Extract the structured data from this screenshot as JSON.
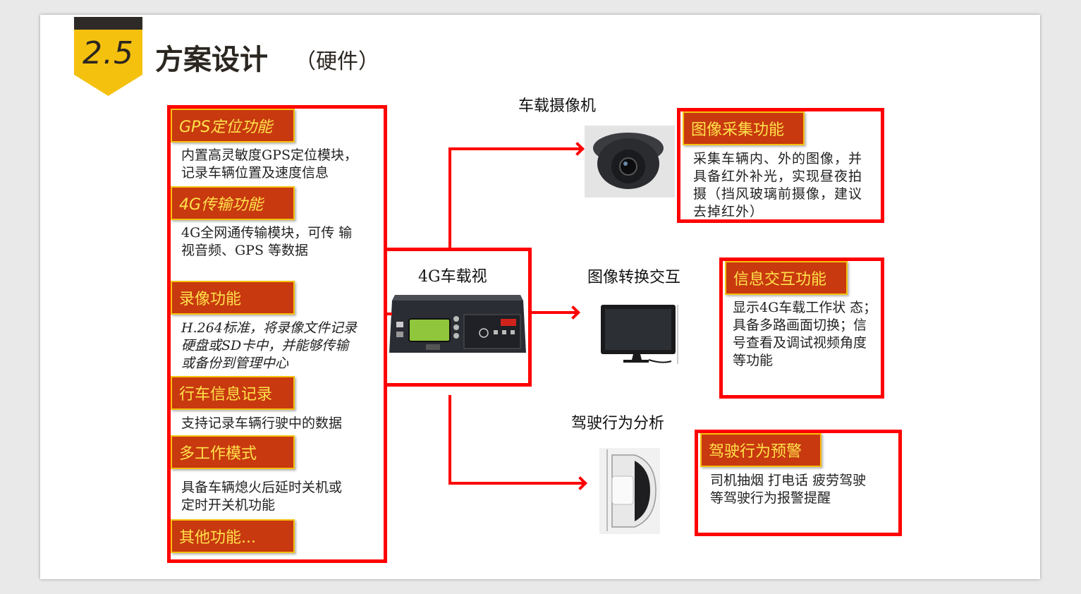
{
  "header": {
    "number": "2.5",
    "title": "方案设计",
    "subtitle": "（硬件）"
  },
  "left_features": [
    {
      "tag": "GPS定位功能",
      "desc": "内置高灵敏度GPS定位模块，\n记录车辆位置及速度信息"
    },
    {
      "tag": "4G传输功能",
      "desc": "4G全网通传输模块，可传 输\n视音频、GPS 等数据"
    },
    {
      "tag": "录像功能",
      "desc": "H.264标准，将录像文件记录\n硬盘或SD卡中，并能够传输\n或备份到管理中心"
    },
    {
      "tag": "行车信息记录",
      "desc": "支持记录车辆行驶中的数据"
    },
    {
      "tag": "多工作模式",
      "desc": "具备车辆熄火后延时关机或\n定时开关机功能"
    },
    {
      "tag": "其他功能...",
      "desc": ""
    }
  ],
  "center": {
    "label": "4G车载视"
  },
  "devices": [
    {
      "label": "车载摄像机",
      "tag": "图像采集功能",
      "desc": "采集车辆内、外的图像，并\n具备红外补光，实现昼夜拍\n摄（挡风玻璃前摄像，建议\n去掉红外）"
    },
    {
      "label": "图像转换交互",
      "tag": "信息交互功能",
      "desc": "显示4G车载工作状 态；\n具备多路画面切换；信\n号查看及调试视频角度\n等功能"
    },
    {
      "label": "驾驶行为分析",
      "tag": "驾驶行为预警",
      "desc": "司机抽烟 打电话 疲劳驾驶\n等驾驶行为报警提醒"
    }
  ],
  "colors": {
    "accent": "#ff0000",
    "tag_bg": "#c8390f",
    "tag_text": "#ffe14a",
    "badge": "#f5c10f"
  }
}
